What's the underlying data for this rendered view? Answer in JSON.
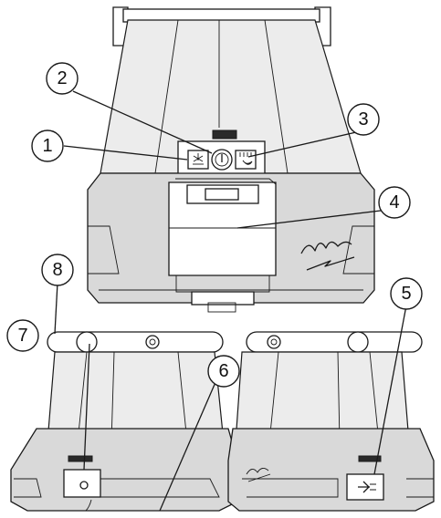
{
  "callouts": [
    {
      "id": "1",
      "label": "1"
    },
    {
      "id": "2",
      "label": "2"
    },
    {
      "id": "3",
      "label": "3"
    },
    {
      "id": "4",
      "label": "4"
    },
    {
      "id": "5",
      "label": "5"
    },
    {
      "id": "6",
      "label": "6"
    },
    {
      "id": "7",
      "label": "7"
    },
    {
      "id": "8",
      "label": "8"
    }
  ],
  "colors": {
    "line": "#1a1a1a",
    "body": "#d9d9d9",
    "light": "#ececec"
  }
}
